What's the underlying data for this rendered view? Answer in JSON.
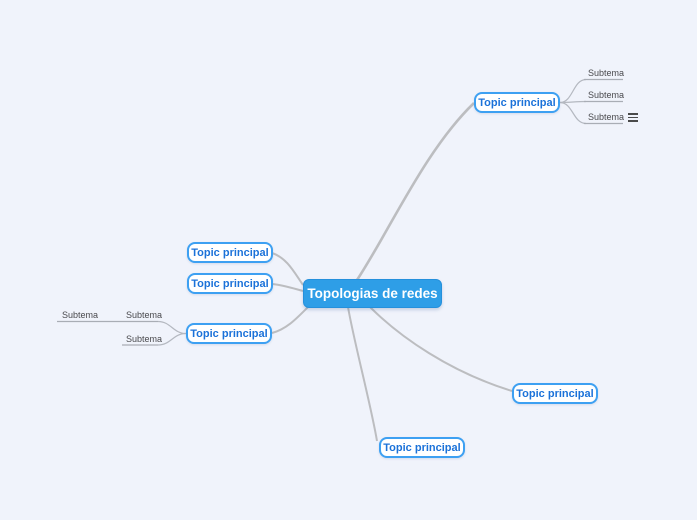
{
  "colors": {
    "background": "#f0f3fb",
    "root_fill": "#2e9ee7",
    "root_border": "#2590dc",
    "root_text": "#ffffff",
    "topic_fill": "#ffffff",
    "topic_border": "#3da0f2",
    "topic_text": "#1b72d9",
    "subtopic_text": "#4a4a4e",
    "connector": "#bcbdc0",
    "subtopic_line": "#a9adb5",
    "icon_color": "#4a4a4a"
  },
  "mindmap": {
    "root": {
      "label": "Topologias de redes"
    },
    "topics": [
      {
        "id": "topic-upper-right",
        "label": "Topic principal"
      },
      {
        "id": "topic-left-top",
        "label": "Topic principal"
      },
      {
        "id": "topic-left-middle",
        "label": "Topic principal"
      },
      {
        "id": "topic-left-bottom",
        "label": "Topic principal"
      },
      {
        "id": "topic-right",
        "label": "Topic principal"
      },
      {
        "id": "topic-bottom",
        "label": "Topic principal"
      }
    ],
    "subtopics": [
      {
        "id": "subtopic-upper-right-1",
        "label": "Subtema"
      },
      {
        "id": "subtopic-upper-right-2",
        "label": "Subtema"
      },
      {
        "id": "subtopic-upper-right-3",
        "label": "Subtema"
      },
      {
        "id": "subtopic-left-inner-top",
        "label": "Subtema"
      },
      {
        "id": "subtopic-left-inner-bottom",
        "label": "Subtema"
      },
      {
        "id": "subtopic-left-outer",
        "label": "Subtema"
      }
    ],
    "icons": {
      "note_indicator": "hamburger-icon"
    }
  }
}
